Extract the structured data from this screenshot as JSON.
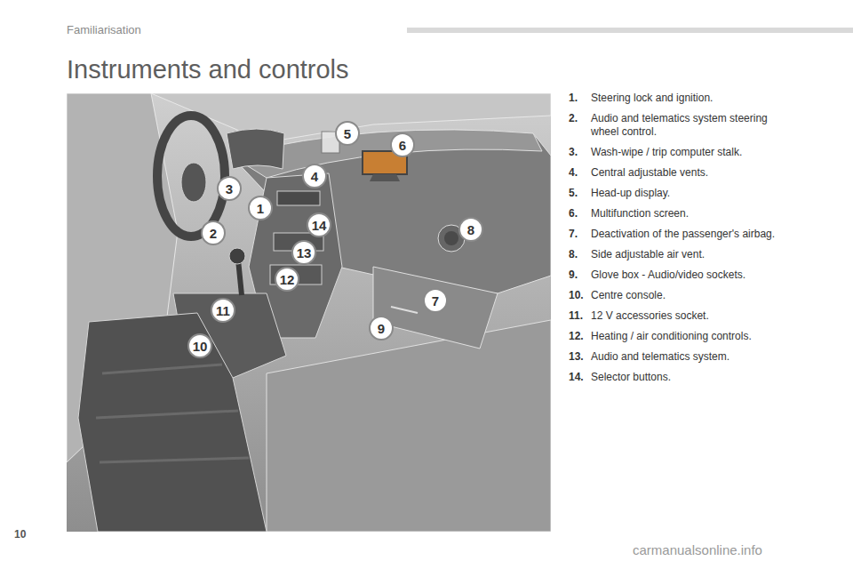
{
  "diagram": {
    "title": "Instruments and controls",
    "labels": [
      "Familiarisation",
      "1",
      "2",
      "3",
      "4",
      "5",
      "6",
      "7",
      "8",
      "9",
      "10",
      "11",
      "12",
      "13",
      "14",
      "1.",
      "Steering lock and ignition.",
      "2.",
      "Audio and telematics system steering wheel control.",
      "3.",
      "Wash-wipe / trip computer stalk.",
      "4.",
      "Central adjustable vents.",
      "5.",
      "Head-up display.",
      "6.",
      "Multifunction screen.",
      "7.",
      "Deactivation of the passenger's airbag.",
      "8.",
      "Side adjustable air vent.",
      "9.",
      "Glove box - Audio/video sockets.",
      "10.",
      "Centre console.",
      "11.",
      "12 V accessories socket.",
      "12.",
      "Heating / air conditioning controls.",
      "13.",
      "Audio and telematics system.",
      "14.",
      "Selector buttons.",
      "10",
      "carmanualsonline.info"
    ]
  }
}
